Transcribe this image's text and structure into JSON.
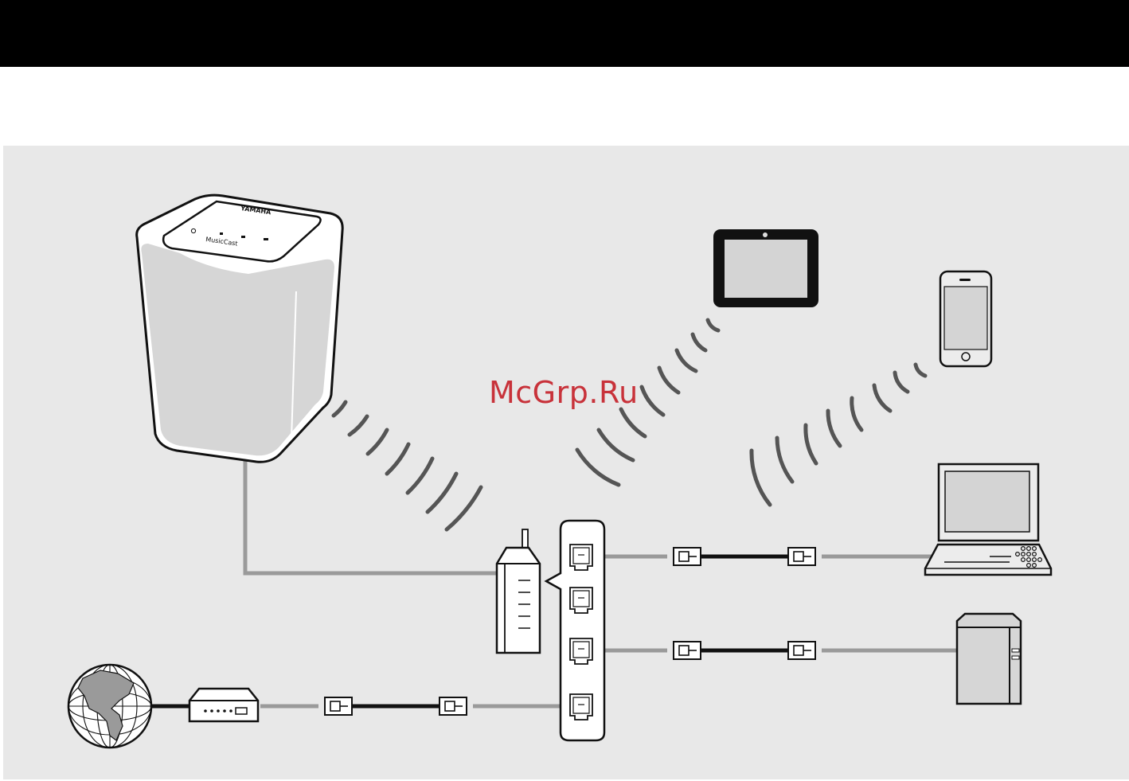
{
  "header": {
    "title": ""
  },
  "speaker": {
    "brand": "YAMAHA",
    "logo_text": "MusicCast"
  },
  "watermark": {
    "text": "McGrp.Ru"
  },
  "colors": {
    "header": "#000000",
    "panel": "#e8e8e8",
    "cable": "#9a9a9a",
    "wave": "#555555",
    "device_gray": "#d6d6d6",
    "watermark": "#c8323a"
  },
  "devices": [
    {
      "name": "speaker",
      "icon": "wireless-speaker-icon"
    },
    {
      "name": "tablet",
      "icon": "tablet-icon"
    },
    {
      "name": "smartphone",
      "icon": "smartphone-icon"
    },
    {
      "name": "computer",
      "icon": "laptop-icon"
    },
    {
      "name": "nas",
      "icon": "nas-icon"
    },
    {
      "name": "router",
      "icon": "router-icon"
    },
    {
      "name": "modem",
      "icon": "modem-icon"
    },
    {
      "name": "internet",
      "icon": "globe-icon"
    }
  ]
}
